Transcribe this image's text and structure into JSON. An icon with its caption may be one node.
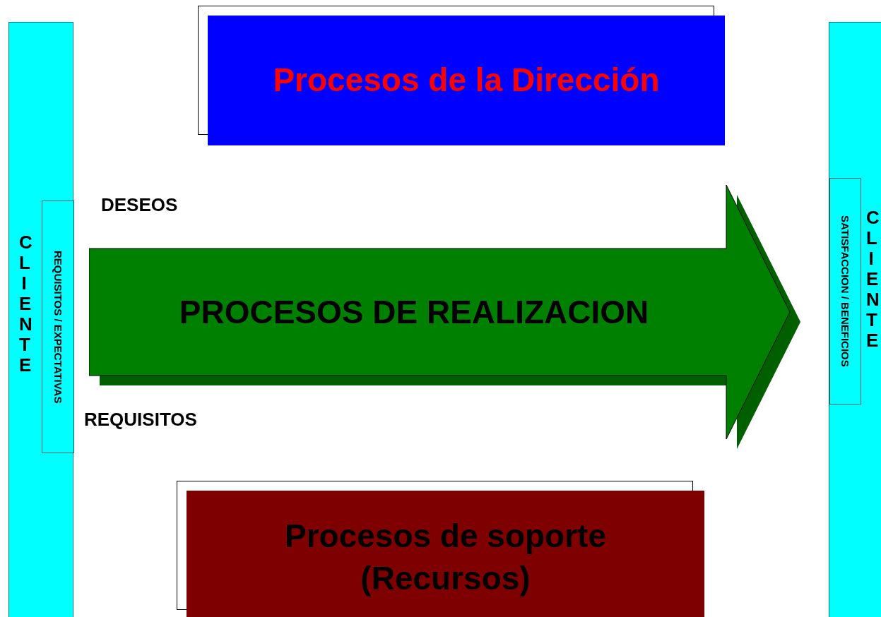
{
  "diagram": {
    "nodes": [
      {
        "text": [
          "CLIENTE"
        ]
      },
      {
        "text": [
          "REQUISITOS / EXPECTATIVAS"
        ],
        "in": 0
      },
      {
        "text": [
          "Procesos de la Dirección"
        ]
      },
      {
        "text": [
          "PROCESOS DE REALIZACION"
        ]
      },
      {
        "text": [
          "Procesos de soporte (Recursos)"
        ]
      },
      {
        "text": [
          "CLIENTE"
        ]
      },
      {
        "text": [
          "SATISFACCION / BENEFICIOS"
        ],
        "in": 5
      }
    ],
    "edges": [
      {
        "from": 1,
        "to": 6,
        "arrow": "to"
      }
    ],
    "labels": [
      "DESEOS",
      "REQUISITOS"
    ]
  }
}
